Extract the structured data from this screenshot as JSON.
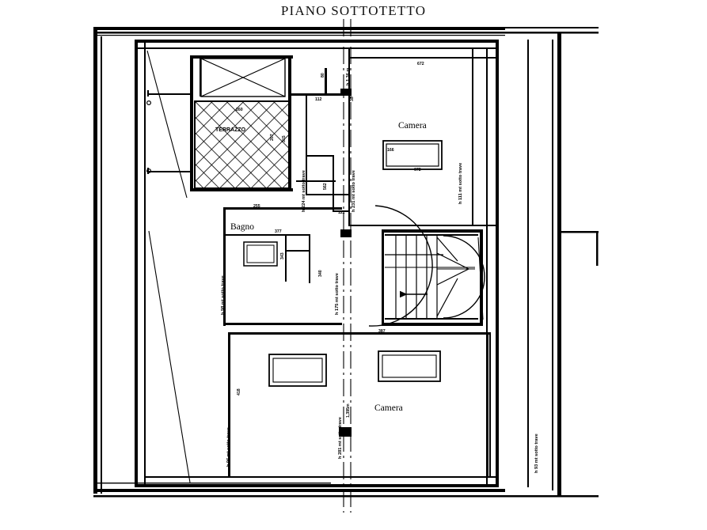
{
  "document": {
    "title": "PIANO  SOTTOTETTO",
    "type": "architectural-floor-plan",
    "language": "it",
    "description": "Attic floor plan (piano sottotetto) with two bedrooms, a bathroom, a terrace and a winder staircase.",
    "line_color": "#000000",
    "background_color": "#ffffff"
  },
  "rooms": [
    {
      "id": "terrazzo",
      "label": "TERRAZZO",
      "hatched": true
    },
    {
      "id": "camera-top",
      "label": "Camera"
    },
    {
      "id": "bagno",
      "label": "Bagno"
    },
    {
      "id": "camera-bottom",
      "label": "Camera"
    }
  ],
  "dimensions": {
    "camera_top_window_width": "672",
    "camera_top_window_height": "166",
    "camera_top_wall": "672",
    "terrazzo_top": "260",
    "terrazzo_right_a": "207",
    "terrazzo_right_b": "315",
    "opening_112": "112",
    "opening_80": "80",
    "opening_35": "35",
    "dim_562": "562",
    "dim_255": "255",
    "dim_122": "122",
    "bagno_377": "377",
    "bagno_343": "343",
    "hall_340": "340",
    "stair_387": "387",
    "camera_bottom_418": "418"
  },
  "annotations": [
    {
      "id": "h-136",
      "text": "h 1,36 m",
      "orientation": "vertical"
    },
    {
      "id": "h-224",
      "text": "h 224 mt sotto trave",
      "orientation": "vertical"
    },
    {
      "id": "h-231",
      "text": "h 231 mt sotto trave",
      "orientation": "vertical"
    },
    {
      "id": "h-111",
      "text": "h 111 mt sotto trave",
      "orientation": "vertical"
    },
    {
      "id": "h-98",
      "text": "h 98 mt sotto trave",
      "orientation": "vertical"
    },
    {
      "id": "h-175",
      "text": "h 175 mt sotto trave",
      "orientation": "vertical"
    },
    {
      "id": "h-96",
      "text": "h 96 mt sotto trave",
      "orientation": "vertical"
    },
    {
      "id": "h-281",
      "text": "h 281 mt sotto trave",
      "orientation": "vertical"
    },
    {
      "id": "h-93",
      "text": "h 93 mt sotto trave",
      "orientation": "vertical"
    },
    {
      "id": "h-195",
      "text": "1,395m",
      "orientation": "vertical"
    }
  ],
  "features": {
    "staircase": "winder-staircase",
    "stair_direction_arrow": "up-left",
    "door_swing": "quarter-arc",
    "section_line": "dash-dot-vertical"
  }
}
